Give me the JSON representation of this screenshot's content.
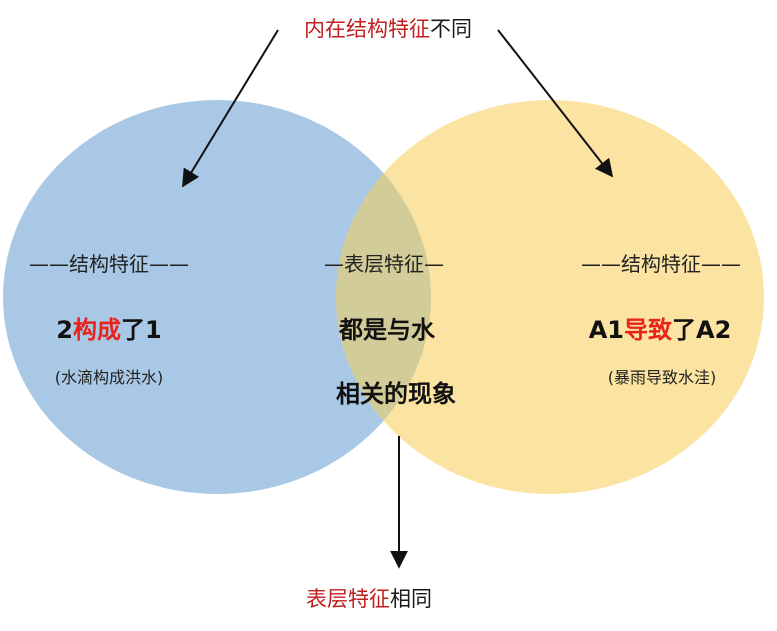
{
  "top_caption": {
    "highlight": "内在结构特征",
    "rest": "不同"
  },
  "bottom_caption": {
    "highlight": "表层特征",
    "rest": "相同"
  },
  "left": {
    "label": "——结构特征——",
    "relation_a": "2",
    "relation_verb": "构成",
    "relation_b": "了1",
    "example": "(水滴构成洪水)"
  },
  "right": {
    "label": "——结构特征——",
    "relation_a": "A1",
    "relation_verb": "导致",
    "relation_b": "了A2",
    "example": "(暴雨导致水洼)"
  },
  "middle": {
    "label": "—表层特征—",
    "line1": "都是与水",
    "line2": "相关的现象"
  },
  "colors": {
    "left_circle": "#a9c8e6",
    "right_circle": "#fbe3a1",
    "overlap": "#d2cc98",
    "highlight_red": "#c0201f",
    "verb_red": "#e8231c"
  }
}
